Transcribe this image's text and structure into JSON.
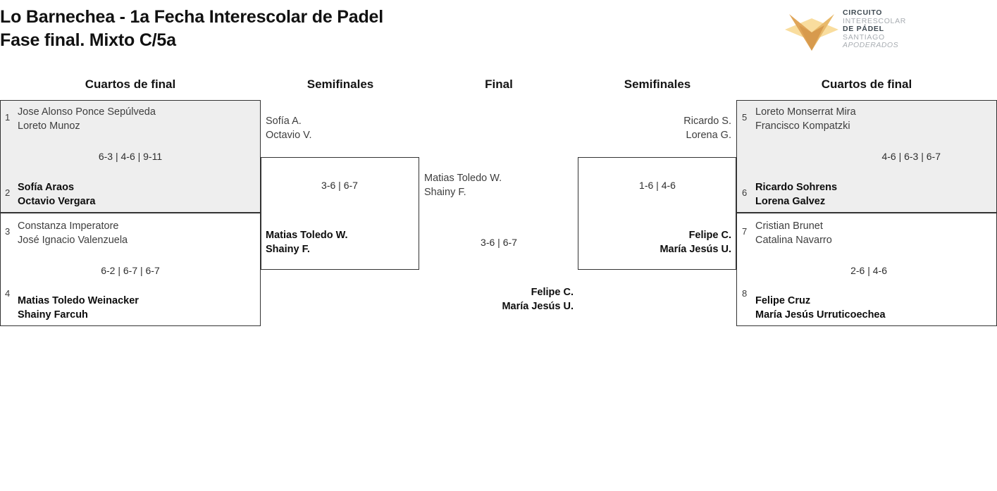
{
  "header": {
    "title_line1": "Lo Barnechea - 1a Fecha Interescolar de Padel",
    "title_line2": "Fase final. Mixto C/5a",
    "logo": {
      "line1": "CIRCUITO",
      "line2": "INTERESCOLAR",
      "line3": "DE PÁDEL",
      "line4": "SANTIAGO",
      "line5": "APODERADOS",
      "color_dark": "#3f4a52",
      "color_light": "#a8adb2",
      "mark_color_light": "#f8dc9a",
      "mark_color_mid": "#eab254",
      "mark_color_dark": "#d99a4e"
    }
  },
  "rounds": {
    "qf_left": "Cuartos de final",
    "sf_left": "Semifinales",
    "final": "Final",
    "sf_right": "Semifinales",
    "qf_right": "Cuartos de final"
  },
  "bracket": {
    "qf_left": [
      {
        "score": "6-3 | 4-6 | 9-11",
        "top": {
          "seed": "1",
          "p1": "Jose Alonso Ponce Sepúlveda",
          "p2": "Loreto Munoz",
          "winner": false
        },
        "bottom": {
          "seed": "2",
          "p1": "Sofía Araos",
          "p2": "Octavio Vergara",
          "winner": true
        }
      },
      {
        "score": "6-2 | 6-7 | 6-7",
        "top": {
          "seed": "3",
          "p1": "Constanza Imperatore",
          "p2": "José Ignacio Valenzuela",
          "winner": false
        },
        "bottom": {
          "seed": "4",
          "p1": "Matias Toledo Weinacker",
          "p2": "Shainy Farcuh",
          "winner": true
        }
      }
    ],
    "qf_right": [
      {
        "score": "4-6 | 6-3 | 6-7",
        "top": {
          "seed": "5",
          "p1": "Loreto Monserrat Mira",
          "p2": "Francisco Kompatzki",
          "winner": false
        },
        "bottom": {
          "seed": "6",
          "p1": "Ricardo Sohrens",
          "p2": "Lorena Galvez",
          "winner": true
        }
      },
      {
        "score": "2-6 | 4-6",
        "top": {
          "seed": "7",
          "p1": "Cristian Brunet",
          "p2": "Catalina Navarro",
          "winner": false
        },
        "bottom": {
          "seed": "8",
          "p1": "Felipe Cruz",
          "p2": "María Jesús Urruticoechea",
          "winner": true
        }
      }
    ],
    "sf_left": {
      "score": "3-6 | 6-7",
      "top": {
        "p1": "Sofía A.",
        "p2": "Octavio V.",
        "winner": false
      },
      "bottom": {
        "p1": "Matias Toledo W.",
        "p2": "Shainy F.",
        "winner": true
      }
    },
    "sf_right": {
      "score": "1-6 | 4-6",
      "top": {
        "p1": "Ricardo S.",
        "p2": "Lorena G.",
        "winner": false
      },
      "bottom": {
        "p1": "Felipe C.",
        "p2": "María Jesús U.",
        "winner": true
      }
    },
    "final": {
      "score": "3-6 | 6-7",
      "top": {
        "p1": "Matias Toledo W.",
        "p2": "Shainy F.",
        "winner": false
      },
      "bottom": {
        "p1": "Felipe C.",
        "p2": "María Jesús U.",
        "winner": true
      }
    }
  }
}
